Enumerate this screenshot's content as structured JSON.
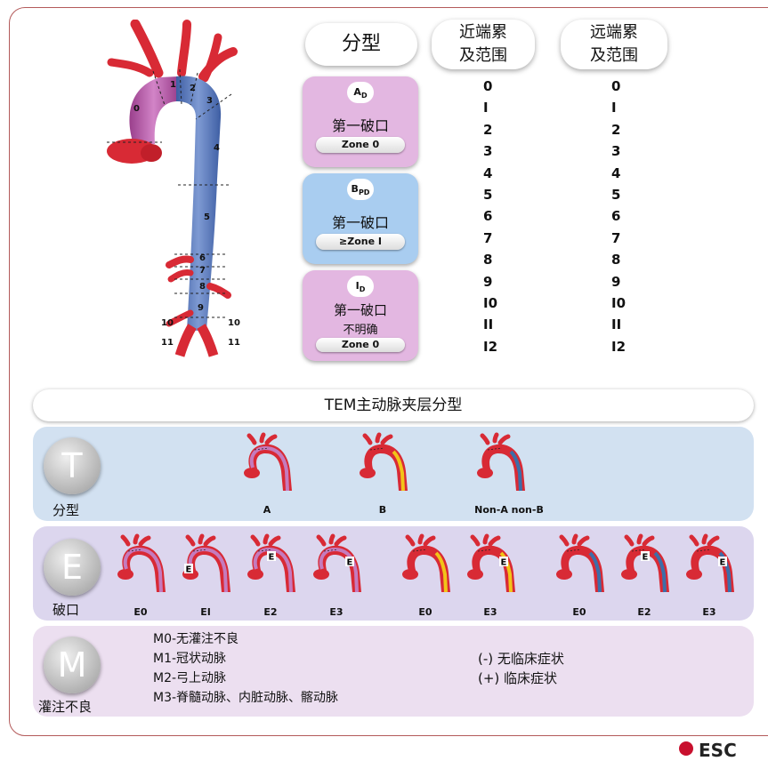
{
  "header": {
    "type_label": "分型",
    "proximal_label_line1": "近端累",
    "proximal_label_line2": "及范围",
    "distal_label_line1": "远端累",
    "distal_label_line2": "及范围"
  },
  "aorta_zones": [
    "0",
    "1",
    "2",
    "3",
    "4",
    "5",
    "6",
    "7",
    "8",
    "9",
    "10",
    "10",
    "11",
    "11"
  ],
  "type_cards": [
    {
      "code": "A",
      "sub": "D",
      "line1": "第一破口",
      "line2": "",
      "zone": "Zone 0",
      "color": "#e3b7e1"
    },
    {
      "code": "B",
      "sub": "PD",
      "line1": "第一破口",
      "line2": "",
      "zone": "≥Zone I",
      "color": "#a9cdf0"
    },
    {
      "code": "I",
      "sub": "D",
      "line1": "第一破口",
      "line2": "不明确",
      "zone": "Zone 0",
      "color": "#e3b7e1"
    }
  ],
  "proximal_values": [
    "0",
    "I",
    "2",
    "3",
    "4",
    "5",
    "6",
    "7",
    "8",
    "9",
    "I0",
    "II",
    "I2"
  ],
  "distal_values": [
    "0",
    "I",
    "2",
    "3",
    "4",
    "5",
    "6",
    "7",
    "8",
    "9",
    "I0",
    "II",
    "I2"
  ],
  "tem_title": "TEM主动脉夹层分型",
  "T_band": {
    "letter": "T",
    "label": "分型",
    "labels": [
      "A",
      "B",
      "Non-A non-B"
    ],
    "bg": "#d2e1f1"
  },
  "E_band": {
    "letter": "E",
    "label": "破口",
    "labels": [
      "E0",
      "EI",
      "E2",
      "E3",
      "E0",
      "E3",
      "E0",
      "E2",
      "E3"
    ],
    "bg": "#dcd6ee"
  },
  "M_band": {
    "letter": "M",
    "label": "灌注不良",
    "bg": "#ecdff0",
    "items": [
      "M0-无灌注不良",
      "M1-冠状动脉",
      "M2-弓上动脉",
      "M3-脊髓动脉、内脏动脉、髂动脉"
    ],
    "symptoms": [
      "(-) 无临床症状",
      "(+) 临床症状"
    ]
  },
  "footer": {
    "logo_text": "ESC"
  },
  "colors": {
    "aorta_red": "#d82a35",
    "aorta_blue": "#5f7cbf",
    "false_lumen_yellow": "#f2c418",
    "false_lumen_pink": "#c57bbd",
    "false_lumen_blue": "#3d6ea8",
    "border": "#b35a5a"
  }
}
